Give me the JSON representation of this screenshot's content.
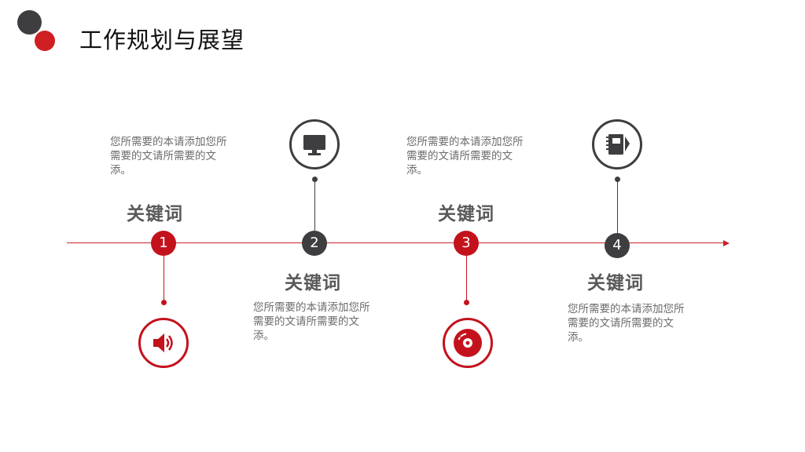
{
  "page": {
    "title": "工作规划与展望"
  },
  "colors": {
    "accent_red": "#c3121c",
    "accent_dark": "#3e3e40",
    "line": "#c9212b",
    "keyword": "#59595b",
    "text": "#6b6b6b"
  },
  "timeline": {
    "steps": [
      {
        "number": "1",
        "keyword": "关键词",
        "description": "您所需要的本请添加您所需要的文请所需要的文添。",
        "icon": "speaker-icon",
        "color": "red"
      },
      {
        "number": "2",
        "keyword": "关键词",
        "description": "您所需要的本请添加您所需要的文请所需要的文添。",
        "icon": "monitor-icon",
        "color": "dark"
      },
      {
        "number": "3",
        "keyword": "关键词",
        "description": "您所需要的本请添加您所需要的文请所需要的文添。",
        "icon": "disc-icon",
        "color": "red"
      },
      {
        "number": "4",
        "keyword": "关键词",
        "description": "您所需要的本请添加您所需要的文请所需要的文添。",
        "icon": "notebook-icon",
        "color": "dark"
      }
    ]
  }
}
